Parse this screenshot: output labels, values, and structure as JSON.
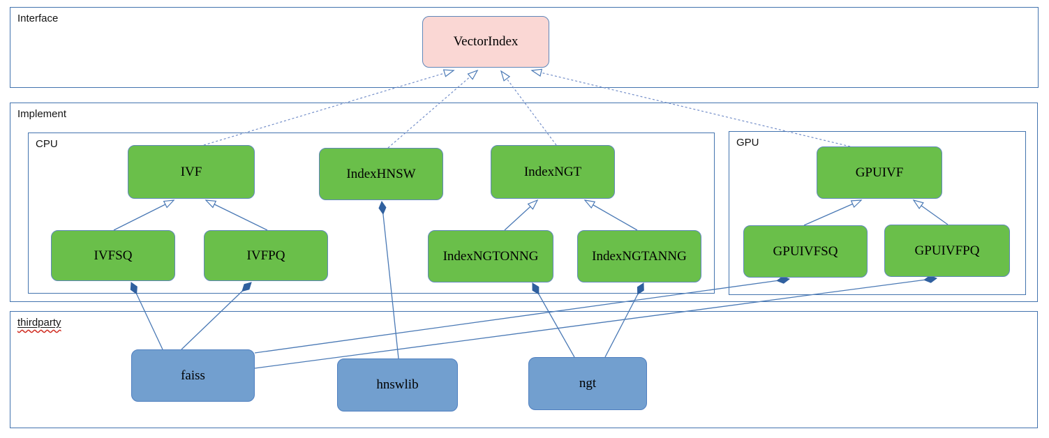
{
  "diagram": {
    "sections": {
      "interface": {
        "label": "Interface"
      },
      "implement": {
        "label": "Implement"
      },
      "cpu": {
        "label": "CPU"
      },
      "gpu": {
        "label": "GPU"
      },
      "thirdparty": {
        "label": "thirdparty"
      }
    },
    "nodes": {
      "vectorindex": {
        "label": "VectorIndex",
        "section": "interface"
      },
      "ivf": {
        "label": "IVF",
        "section": "cpu"
      },
      "indexhnsw": {
        "label": "IndexHNSW",
        "section": "cpu"
      },
      "indexngt": {
        "label": "IndexNGT",
        "section": "cpu"
      },
      "ivfsq": {
        "label": "IVFSQ",
        "section": "cpu"
      },
      "ivfpq": {
        "label": "IVFPQ",
        "section": "cpu"
      },
      "indexngtonng": {
        "label": "IndexNGTONNG",
        "section": "cpu"
      },
      "indexngtanng": {
        "label": "IndexNGTANNG",
        "section": "cpu"
      },
      "gpuivf": {
        "label": "GPUIVF",
        "section": "gpu"
      },
      "gpuivfsq": {
        "label": "GPUIVFSQ",
        "section": "gpu"
      },
      "gpuivfpq": {
        "label": "GPUIVFPQ",
        "section": "gpu"
      },
      "faiss": {
        "label": "faiss",
        "section": "thirdparty"
      },
      "hnswlib": {
        "label": "hnswlib",
        "section": "thirdparty"
      },
      "ngt": {
        "label": "ngt",
        "section": "thirdparty"
      }
    },
    "edges": [
      {
        "from": "IVF",
        "to": "VectorIndex",
        "type": "realization"
      },
      {
        "from": "IndexHNSW",
        "to": "VectorIndex",
        "type": "realization"
      },
      {
        "from": "IndexNGT",
        "to": "VectorIndex",
        "type": "realization"
      },
      {
        "from": "GPUIVF",
        "to": "VectorIndex",
        "type": "realization"
      },
      {
        "from": "IVFSQ",
        "to": "IVF",
        "type": "generalization"
      },
      {
        "from": "IVFPQ",
        "to": "IVF",
        "type": "generalization"
      },
      {
        "from": "IndexNGTONNG",
        "to": "IndexNGT",
        "type": "generalization"
      },
      {
        "from": "IndexNGTANNG",
        "to": "IndexNGT",
        "type": "generalization"
      },
      {
        "from": "GPUIVFSQ",
        "to": "GPUIVF",
        "type": "generalization"
      },
      {
        "from": "GPUIVFPQ",
        "to": "GPUIVF",
        "type": "generalization"
      },
      {
        "from": "faiss",
        "to": "IVFSQ",
        "type": "composition"
      },
      {
        "from": "faiss",
        "to": "IVFPQ",
        "type": "composition"
      },
      {
        "from": "faiss",
        "to": "GPUIVFSQ",
        "type": "composition"
      },
      {
        "from": "faiss",
        "to": "GPUIVFPQ",
        "type": "composition"
      },
      {
        "from": "hnswlib",
        "to": "IndexHNSW",
        "type": "composition"
      },
      {
        "from": "ngt",
        "to": "IndexNGTONNG",
        "type": "composition"
      },
      {
        "from": "ngt",
        "to": "IndexNGTANNG",
        "type": "composition"
      }
    ],
    "colors": {
      "interface_node_fill": "#fad7d4",
      "implement_node_fill": "#6abf4a",
      "thirdparty_node_fill": "#729fcf",
      "node_border": "#5f87ba",
      "frame_border": "#4273ae",
      "connector": "#4a79b5",
      "dashed_connector": "#748fc9",
      "diamond_fill": "#30609f",
      "squiggle": "#d02b20"
    }
  }
}
